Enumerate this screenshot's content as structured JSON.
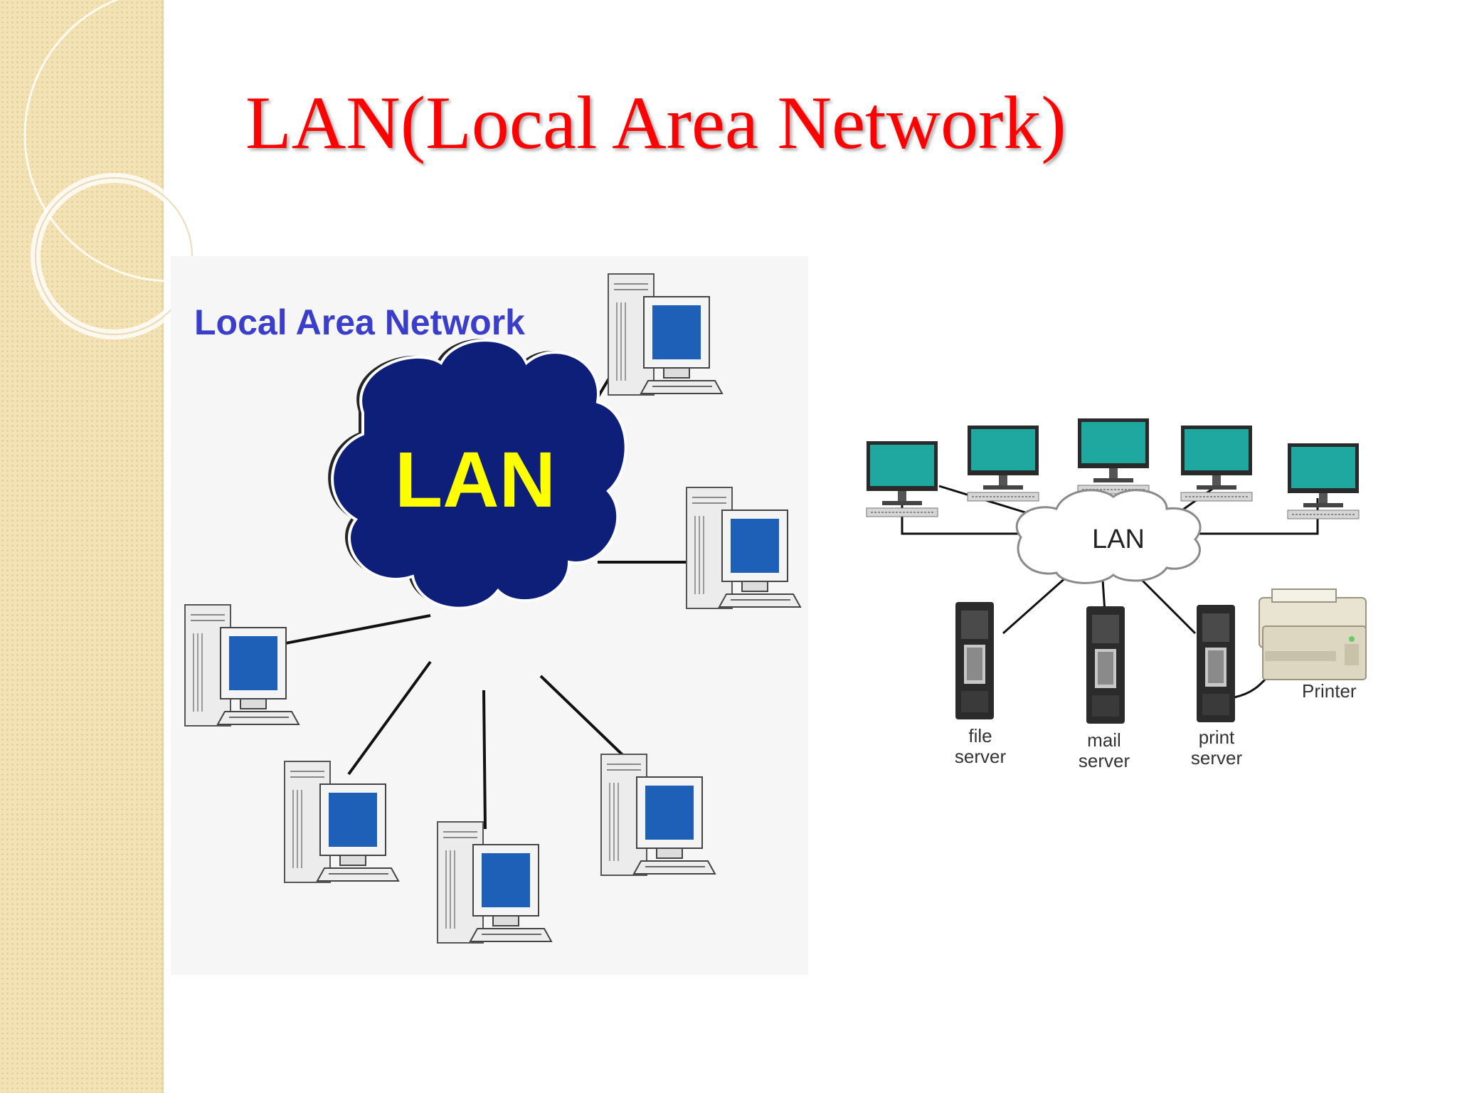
{
  "slide": {
    "title": "LAN(Local Area Network)"
  },
  "left_diagram": {
    "heading": "Local Area Network",
    "hub_label": "LAN",
    "colors": {
      "heading": "#3a3ec8",
      "cloud": "#0e1f7a",
      "hub_label": "#ffff00",
      "screen": "#1e5fb8"
    }
  },
  "right_diagram": {
    "hub_label": "LAN",
    "printer_label": "Printer",
    "servers": [
      {
        "line1": "file",
        "line2": "server"
      },
      {
        "line1": "mail",
        "line2": "server"
      },
      {
        "line1": "print",
        "line2": "server"
      }
    ],
    "colors": {
      "monitor_screen": "#1fa8a0",
      "server_body": "#2b2b2b"
    }
  }
}
